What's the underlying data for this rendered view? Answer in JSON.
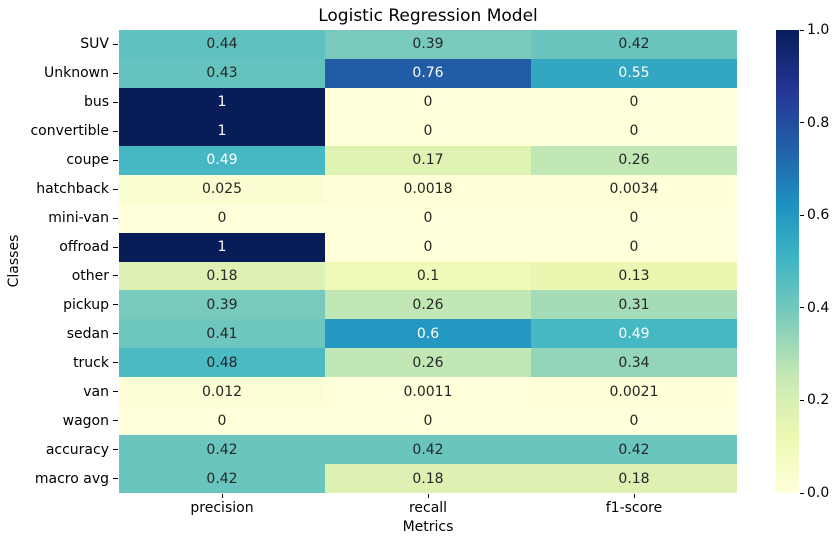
{
  "chart_data": {
    "type": "heatmap",
    "title": "Logistic Regression Model",
    "xlabel": "Metrics",
    "ylabel": "Classes",
    "columns": [
      "precision",
      "recall",
      "f1-score"
    ],
    "rows": [
      "SUV",
      "Unknown",
      "bus",
      "convertible",
      "coupe",
      "hatchback",
      "mini-van",
      "offroad",
      "other",
      "pickup",
      "sedan",
      "truck",
      "van",
      "wagon",
      "accuracy",
      "macro avg"
    ],
    "values": [
      [
        0.44,
        0.39,
        0.42
      ],
      [
        0.43,
        0.76,
        0.55
      ],
      [
        1,
        0,
        0
      ],
      [
        1,
        0,
        0
      ],
      [
        0.49,
        0.17,
        0.26
      ],
      [
        0.025,
        0.0018,
        0.0034
      ],
      [
        0,
        0,
        0
      ],
      [
        1,
        0,
        0
      ],
      [
        0.18,
        0.1,
        0.13
      ],
      [
        0.39,
        0.26,
        0.31
      ],
      [
        0.41,
        0.6,
        0.49
      ],
      [
        0.48,
        0.26,
        0.34
      ],
      [
        0.012,
        0.0011,
        0.0021
      ],
      [
        0,
        0,
        0
      ],
      [
        0.42,
        0.42,
        0.42
      ],
      [
        0.42,
        0.18,
        0.18
      ]
    ],
    "vmin": 0,
    "vmax": 1,
    "colormap": "YlGnBu",
    "colormap_stops": [
      "#ffffd9",
      "#edf8b1",
      "#c7e9b4",
      "#7fcdbb",
      "#41b6c4",
      "#1d91c0",
      "#225ea8",
      "#253494",
      "#081d58"
    ],
    "colorbar_tick_labels": [
      "1.0",
      "0.8",
      "0.6",
      "0.4",
      "0.2",
      "0.0"
    ],
    "annotated": true,
    "grid": false,
    "legend_position": "colorbar-right"
  },
  "colors": {
    "background": "#ffffff",
    "annot_dark": "#262626",
    "annot_light": "#ffffff",
    "tick": "#000000"
  }
}
